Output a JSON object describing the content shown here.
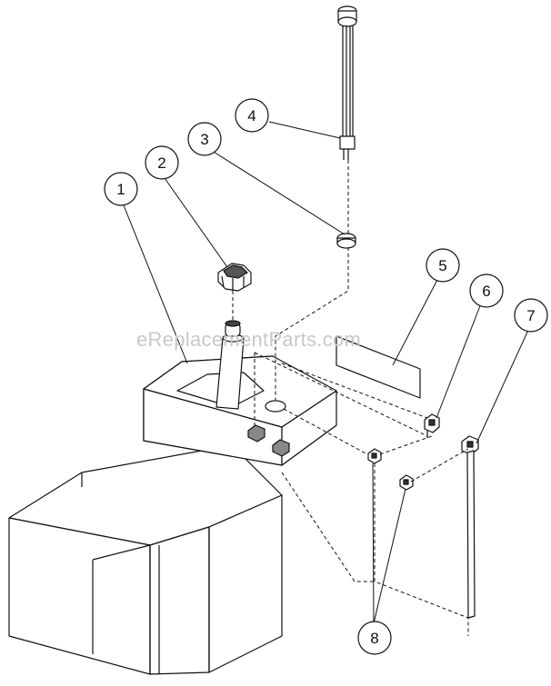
{
  "watermark": "eReplacementParts.com",
  "callouts": [
    {
      "label": "1",
      "part": "fuel-tank"
    },
    {
      "label": "2",
      "part": "fuel-cap"
    },
    {
      "label": "3",
      "part": "grommet"
    },
    {
      "label": "4",
      "part": "fuel-gauge-sender"
    },
    {
      "label": "5",
      "part": "decal"
    },
    {
      "label": "6",
      "part": "hose-clamp"
    },
    {
      "label": "7",
      "part": "cable-tie"
    },
    {
      "label": "8",
      "part": "fitting"
    }
  ]
}
